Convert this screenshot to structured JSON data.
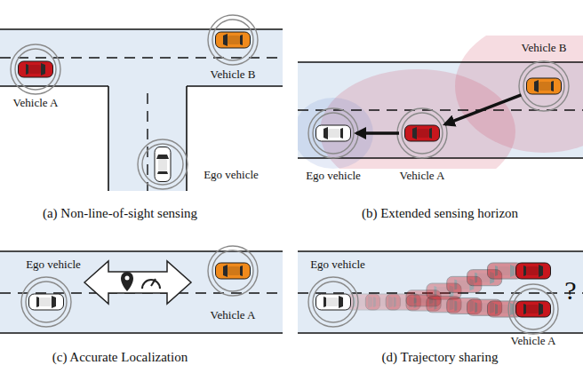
{
  "diagram": {
    "nodes": [
      {
        "text": [
          "Vehicle A"
        ]
      },
      {
        "text": [
          "Vehicle B"
        ]
      },
      {
        "text": [
          "Ego vehicle"
        ]
      },
      {
        "text": [
          "Vehicle B"
        ]
      },
      {
        "text": [
          "Ego vehicle"
        ]
      },
      {
        "text": [
          "Vehicle A"
        ]
      },
      {
        "text": [
          "Ego vehicle"
        ]
      },
      {
        "text": [
          "Vehicle A"
        ]
      },
      {
        "text": [
          "Ego vehicle"
        ]
      },
      {
        "text": [
          "Vehicle A"
        ]
      }
    ],
    "edges": [
      {
        "from": 3,
        "to": 5,
        "arrow": "to"
      },
      {
        "from": 5,
        "to": 4,
        "arrow": "to"
      }
    ],
    "labels": [
      "(a) Non-line-of-sight sensing",
      "(b) Extended sensing horizon",
      "(c) Accurate Localization",
      "(d) Trajectory sharing",
      "?"
    ]
  }
}
